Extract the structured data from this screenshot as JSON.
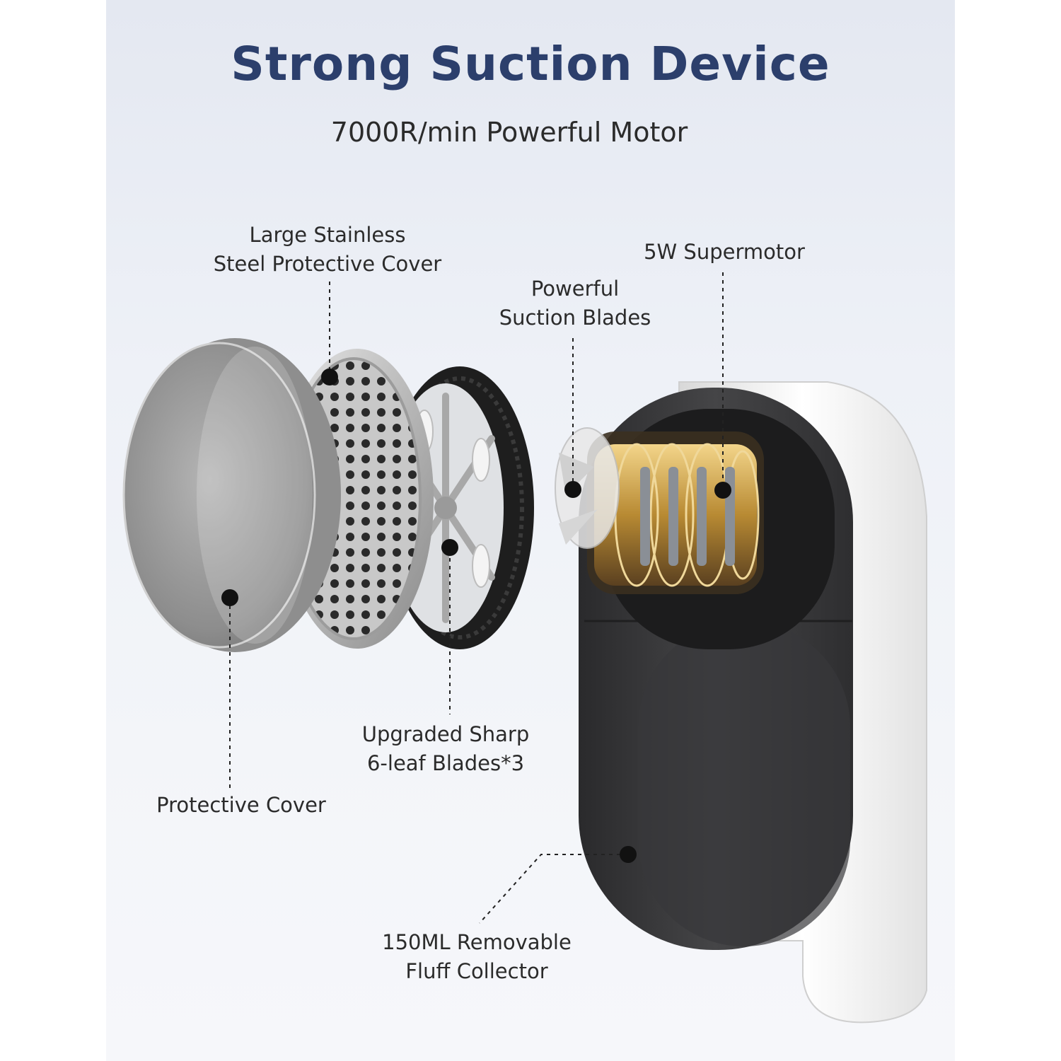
{
  "header": {
    "title": "Strong Suction Device",
    "subtitle": "7000R/min Powerful Motor"
  },
  "callouts": {
    "steel_cover": {
      "line1": "Large Stainless",
      "line2": "Steel Protective Cover"
    },
    "supermotor": {
      "line1": "5W Supermotor"
    },
    "suction_blades": {
      "line1": "Powerful",
      "line2": "Suction Blades"
    },
    "sharp_blades": {
      "line1": "Upgraded Sharp",
      "line2": "6-leaf Blades*3"
    },
    "protective_cover": {
      "line1": "Protective Cover"
    },
    "fluff_collector": {
      "line1": "150ML Removable",
      "line2": "Fluff Collector"
    }
  },
  "colors": {
    "title": "#2c3f6c",
    "text": "#2b2b2b",
    "device_body": "#3a3a3c",
    "device_shell": "#f4f4f4",
    "motor_copper": "#c9a04a"
  }
}
